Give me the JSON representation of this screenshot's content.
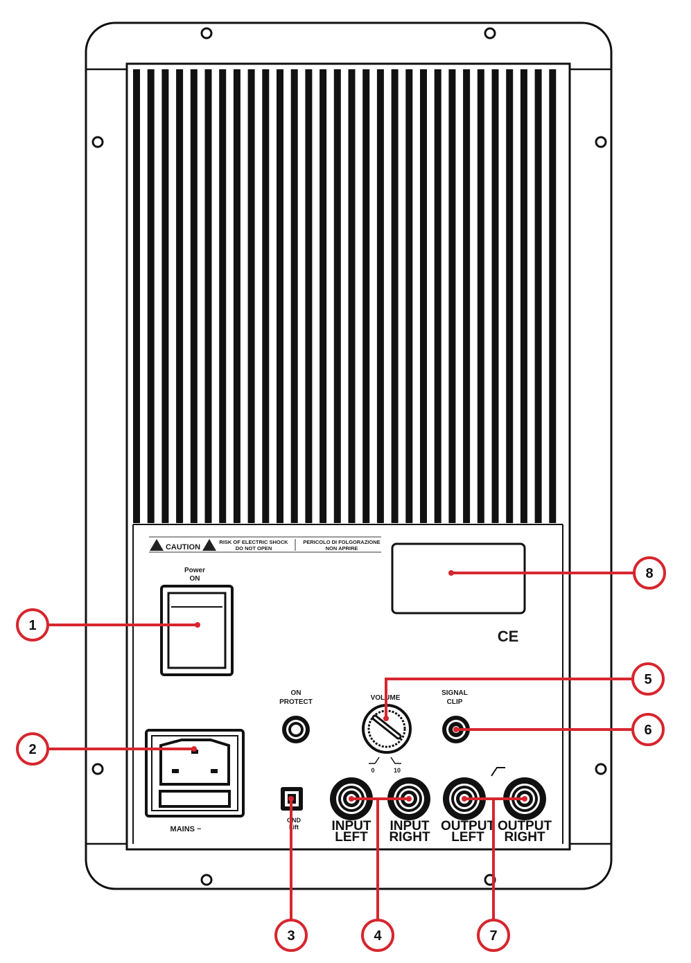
{
  "caution": {
    "title": "CAUTION",
    "en_line1": "RISK OF ELECTRIC SHOCK",
    "en_line2": "DO NOT OPEN",
    "it_line1": "PERICOLO DI FOLGORAZIONE",
    "it_line2": "NON APRIRE"
  },
  "power": {
    "line1": "Power",
    "line2": "ON"
  },
  "mains": "MAINS ~",
  "protect": {
    "line1": "ON",
    "line2": "PROTECT"
  },
  "volume": {
    "label": "VOLUME",
    "min": "0",
    "max": "10"
  },
  "signal": {
    "line1": "SIGNAL",
    "line2": "CLIP"
  },
  "gnd": {
    "line1": "GND",
    "line2": "Lift"
  },
  "input_left": {
    "line1": "INPUT",
    "line2": "LEFT"
  },
  "input_right": {
    "line1": "INPUT",
    "line2": "RIGHT"
  },
  "output_left": {
    "line1": "OUTPUT",
    "line2": "LEFT"
  },
  "output_right": {
    "line1": "OUTPUT",
    "line2": "RIGHT"
  },
  "ce_mark": "CE",
  "callouts": [
    "1",
    "2",
    "3",
    "4",
    "5",
    "6",
    "7",
    "8"
  ],
  "colors": {
    "callout": "#d7262e",
    "ink": "#111111"
  }
}
